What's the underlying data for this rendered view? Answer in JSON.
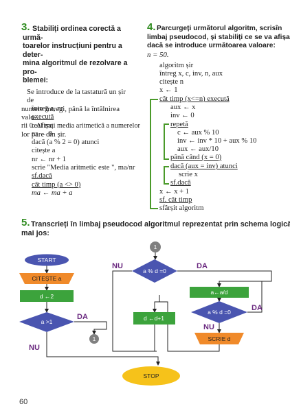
{
  "ex3": {
    "number": "3.",
    "heading": [
      "Stabiliți ordinea corectă a urmă-",
      "toarelor instrucțiuni pentru a deter-",
      "mina algoritmul de rezolvare a pro-",
      "blemei:"
    ],
    "body": [
      "Se introduce de la tastatură un șir de",
      "numere întregi, până la întâlnirea valo-",
      "rii 0. Afișați media aritmetică a numerelor",
      "lor pare din șir."
    ],
    "code": [
      "întreg a, nr",
      "execută",
      "real ma",
      "nr ← 0",
      "dacă (a % 2 = 0) atunci",
      "citește a",
      "nr ← nr + 1",
      "scrie \"Media aritmetic este \", ma/nr",
      "sf.dacă",
      "cât timp (a <> 0)",
      "ma ← ma + a"
    ]
  },
  "ex4": {
    "number": "4.",
    "heading": [
      "Parcurgeți următorul algoritm, scrisîn",
      "limbaj pseudocod, și stabiliți ce se va afișa",
      "dacă se introduce următoarea valoare:"
    ],
    "value": "n = 50.",
    "code": [
      "algoritm șir",
      "întreg x, c, inv, n, aux",
      "citește n",
      "x ← 1",
      "cât timp (x<=n) execută",
      "aux ← x",
      "inv ← 0",
      "repetă",
      "c ← aux % 10",
      "inv ← inv * 10 + aux % 10",
      "aux ← aux/10",
      "până când (x = 0)",
      "dacă (aux = inv) atunci",
      "scrie x",
      "sf.dacă",
      "x ← x + 1",
      "sf. cât timp",
      "sfârșit algoritm"
    ]
  },
  "ex5": {
    "number": "5.",
    "heading": [
      "Transcrieți în limbaj pseudocod algoritmul reprezentat prin schema logică de",
      "mai jos:"
    ]
  },
  "flowchart": {
    "start": "START",
    "read": "CITEȘTE a",
    "assign_d": "d ←2",
    "cond_a": "a >1",
    "yes": "DA",
    "no": "NU",
    "connector": "1",
    "cond_mod": "a % d =0",
    "assign_a": "a←a/d",
    "cond_mod2": "a % d =0",
    "write_d": "SCRIE d",
    "inc_d": "d ←d+1",
    "stop": "STOP",
    "colors": {
      "start": "#4a55b0",
      "read": "#f08a2a",
      "assign": "#3ca33c",
      "cond": "#4a55b0",
      "stop": "#f6c21a",
      "connector": "#808080"
    }
  },
  "page_number": "60"
}
